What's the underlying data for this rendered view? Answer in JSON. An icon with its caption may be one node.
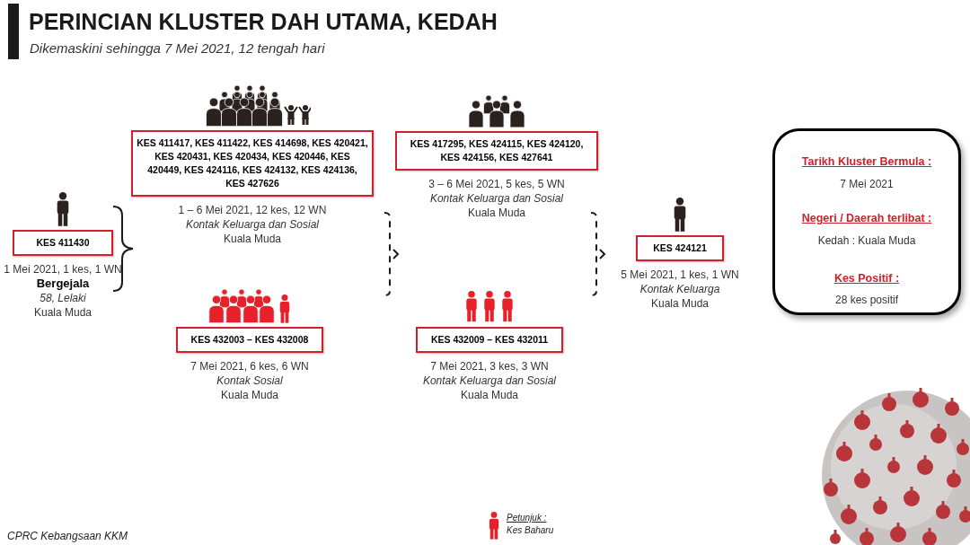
{
  "diagram": {
    "title": "PERINCIAN KLUSTER DAH UTAMA, KEDAH",
    "nodes": [
      {
        "text": [
          "KES 411430"
        ],
        "beside": [
          "1 Mei 2021, 1 kes, 1 WN",
          "Bergejala",
          "58, Lelaki",
          "Kuala Muda"
        ]
      },
      {
        "text": [
          "KES 411417, KES 411422, KES 414698, KES 420421, KES 420431, KES 420434, KES 420446, KES 420449, KES 424116, KES 424132, KES 424136, KES 427626"
        ],
        "beside": [
          "1 – 6 Mei 2021, 12 kes, 12 WN",
          "Kontak Keluarga dan Sosial",
          "Kuala Muda"
        ]
      },
      {
        "text": [
          "KES 432003 – KES 432008"
        ],
        "beside": [
          "7 Mei 2021, 6 kes, 6 WN",
          "Kontak Sosial",
          "Kuala Muda"
        ]
      },
      {
        "text": [
          "KES 417295, KES 424115, KES 424120, KES 424156, KES 427641"
        ],
        "beside": [
          "3 – 6 Mei 2021, 5 kes, 5 WN",
          "Kontak Keluarga dan Sosial",
          "Kuala Muda"
        ]
      },
      {
        "text": [
          "KES 432009 – KES 432011"
        ],
        "beside": [
          "7 Mei 2021, 3 kes, 3 WN",
          "Kontak Keluarga dan Sosial",
          "Kuala Muda"
        ]
      },
      {
        "text": [
          "KES 424121"
        ],
        "beside": [
          "5 Mei 2021, 1 kes, 1 WN",
          "Kontak Keluarga",
          "Kuala Muda"
        ]
      },
      {
        "text": [
          "Tarikh Kluster Bermula :",
          "7 Mei 2021",
          "Negeri / Daerah terlibat :",
          "Kedah : Kuala Muda",
          "Kes Positif :",
          "28 kes positif"
        ]
      }
    ],
    "labels": [
      "Dikemaskini sehingga 7 Mei 2021, 12 tengah hari",
      "CPRC Kebangsaan KKM",
      "Petunjuk :"
    ],
    "legend": [
      {
        "text": "Kes Baharu"
      }
    ]
  }
}
